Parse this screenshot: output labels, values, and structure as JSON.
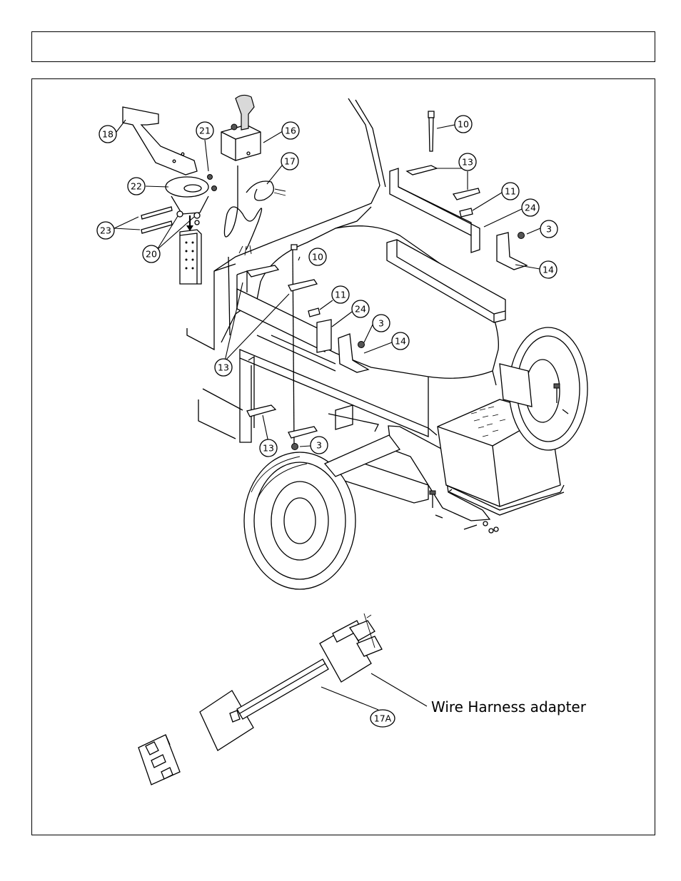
{
  "header": {
    "title": ""
  },
  "callouts": [
    {
      "label": "18"
    },
    {
      "label": "21"
    },
    {
      "label": "16"
    },
    {
      "label": "17"
    },
    {
      "label": "22"
    },
    {
      "label": "23"
    },
    {
      "label": "20"
    },
    {
      "label": "10"
    },
    {
      "label": "13"
    },
    {
      "label": "11"
    },
    {
      "label": "24"
    },
    {
      "label": "3"
    },
    {
      "label": "14"
    },
    {
      "label": "10"
    },
    {
      "label": "11"
    },
    {
      "label": "24"
    },
    {
      "label": "3"
    },
    {
      "label": "14"
    },
    {
      "label": "13"
    },
    {
      "label": "13"
    },
    {
      "label": "3"
    },
    {
      "label": "17A"
    }
  ],
  "annotation": {
    "wire_harness": "Wire Harness adapter"
  }
}
